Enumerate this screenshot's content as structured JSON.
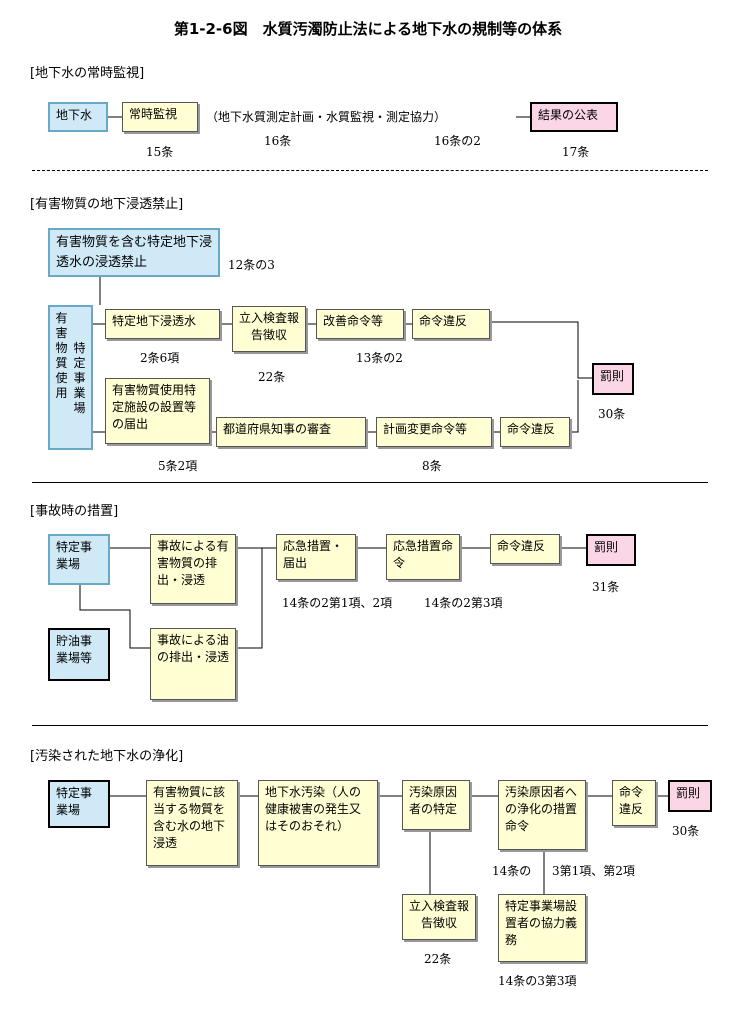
{
  "title": "第1-2-6図　水質汚濁防止法による地下水の規制等の体系",
  "s1": {
    "heading": "[地下水の常時監視]",
    "b1": "地下水",
    "b2": "常時監視",
    "mid": "（地下水質測定計画・水質監視・測定協力）",
    "b3": "結果の公表",
    "l1": "15条",
    "l2": "16条",
    "l3": "16条の2",
    "l4": "17条"
  },
  "s2": {
    "heading": "[有害物質の地下浸透禁止]",
    "top": "有害物質を含む特定地下浸透水の浸透禁止",
    "topLabel": "12条の3",
    "vcol1": "有害物質使用",
    "vcol2": "特定事業場",
    "r1b1": "特定地下浸透水",
    "r1b2": "立入検査報告徴収",
    "r1b3": "改善命令等",
    "r1b4": "命令違反",
    "r1l1": "2条6項",
    "r1l2": "22条",
    "r1l3": "13条の2",
    "r2b1": "有害物質使用特定施設の設置等の届出",
    "r2b2": "都道府県知事の審査",
    "r2b3": "計画変更命令等",
    "r2b4": "命令違反",
    "r2l1": "5条2項",
    "r2l2": "8条",
    "pen": "罰則",
    "penLabel": "30条"
  },
  "s3": {
    "heading": "[事故時の措置]",
    "b1": "特定事業場",
    "b2": "貯油事業場等",
    "b3": "事故による有害物質の排出・浸透",
    "b4": "事故による油の排出・浸透",
    "b5": "応急措置・届出",
    "b6": "応急措置命令",
    "b7": "命令違反",
    "b8": "罰則",
    "l1": "14条の2第1項、2項",
    "l2": "14条の2第3項",
    "l3": "31条"
  },
  "s4": {
    "heading": "[汚染された地下水の浄化]",
    "b1": "特定事業場",
    "b2": "有害物質に該当する物質を含む水の地下浸透",
    "b3": "地下水汚染（人の健康被害の発生又はそのおそれ）",
    "b4": "汚染原因者の特定",
    "b5": "汚染原因者への浄化の措置命令",
    "b6": "命令違反",
    "b7": "罰則",
    "b8": "立入検査報告徴収",
    "b9": "特定事業場設置者の協力義務",
    "l1": "30条",
    "l2a": "14条の",
    "l2b": "3第1項、第2項",
    "l3": "22条",
    "l4": "14条の3第3項"
  }
}
